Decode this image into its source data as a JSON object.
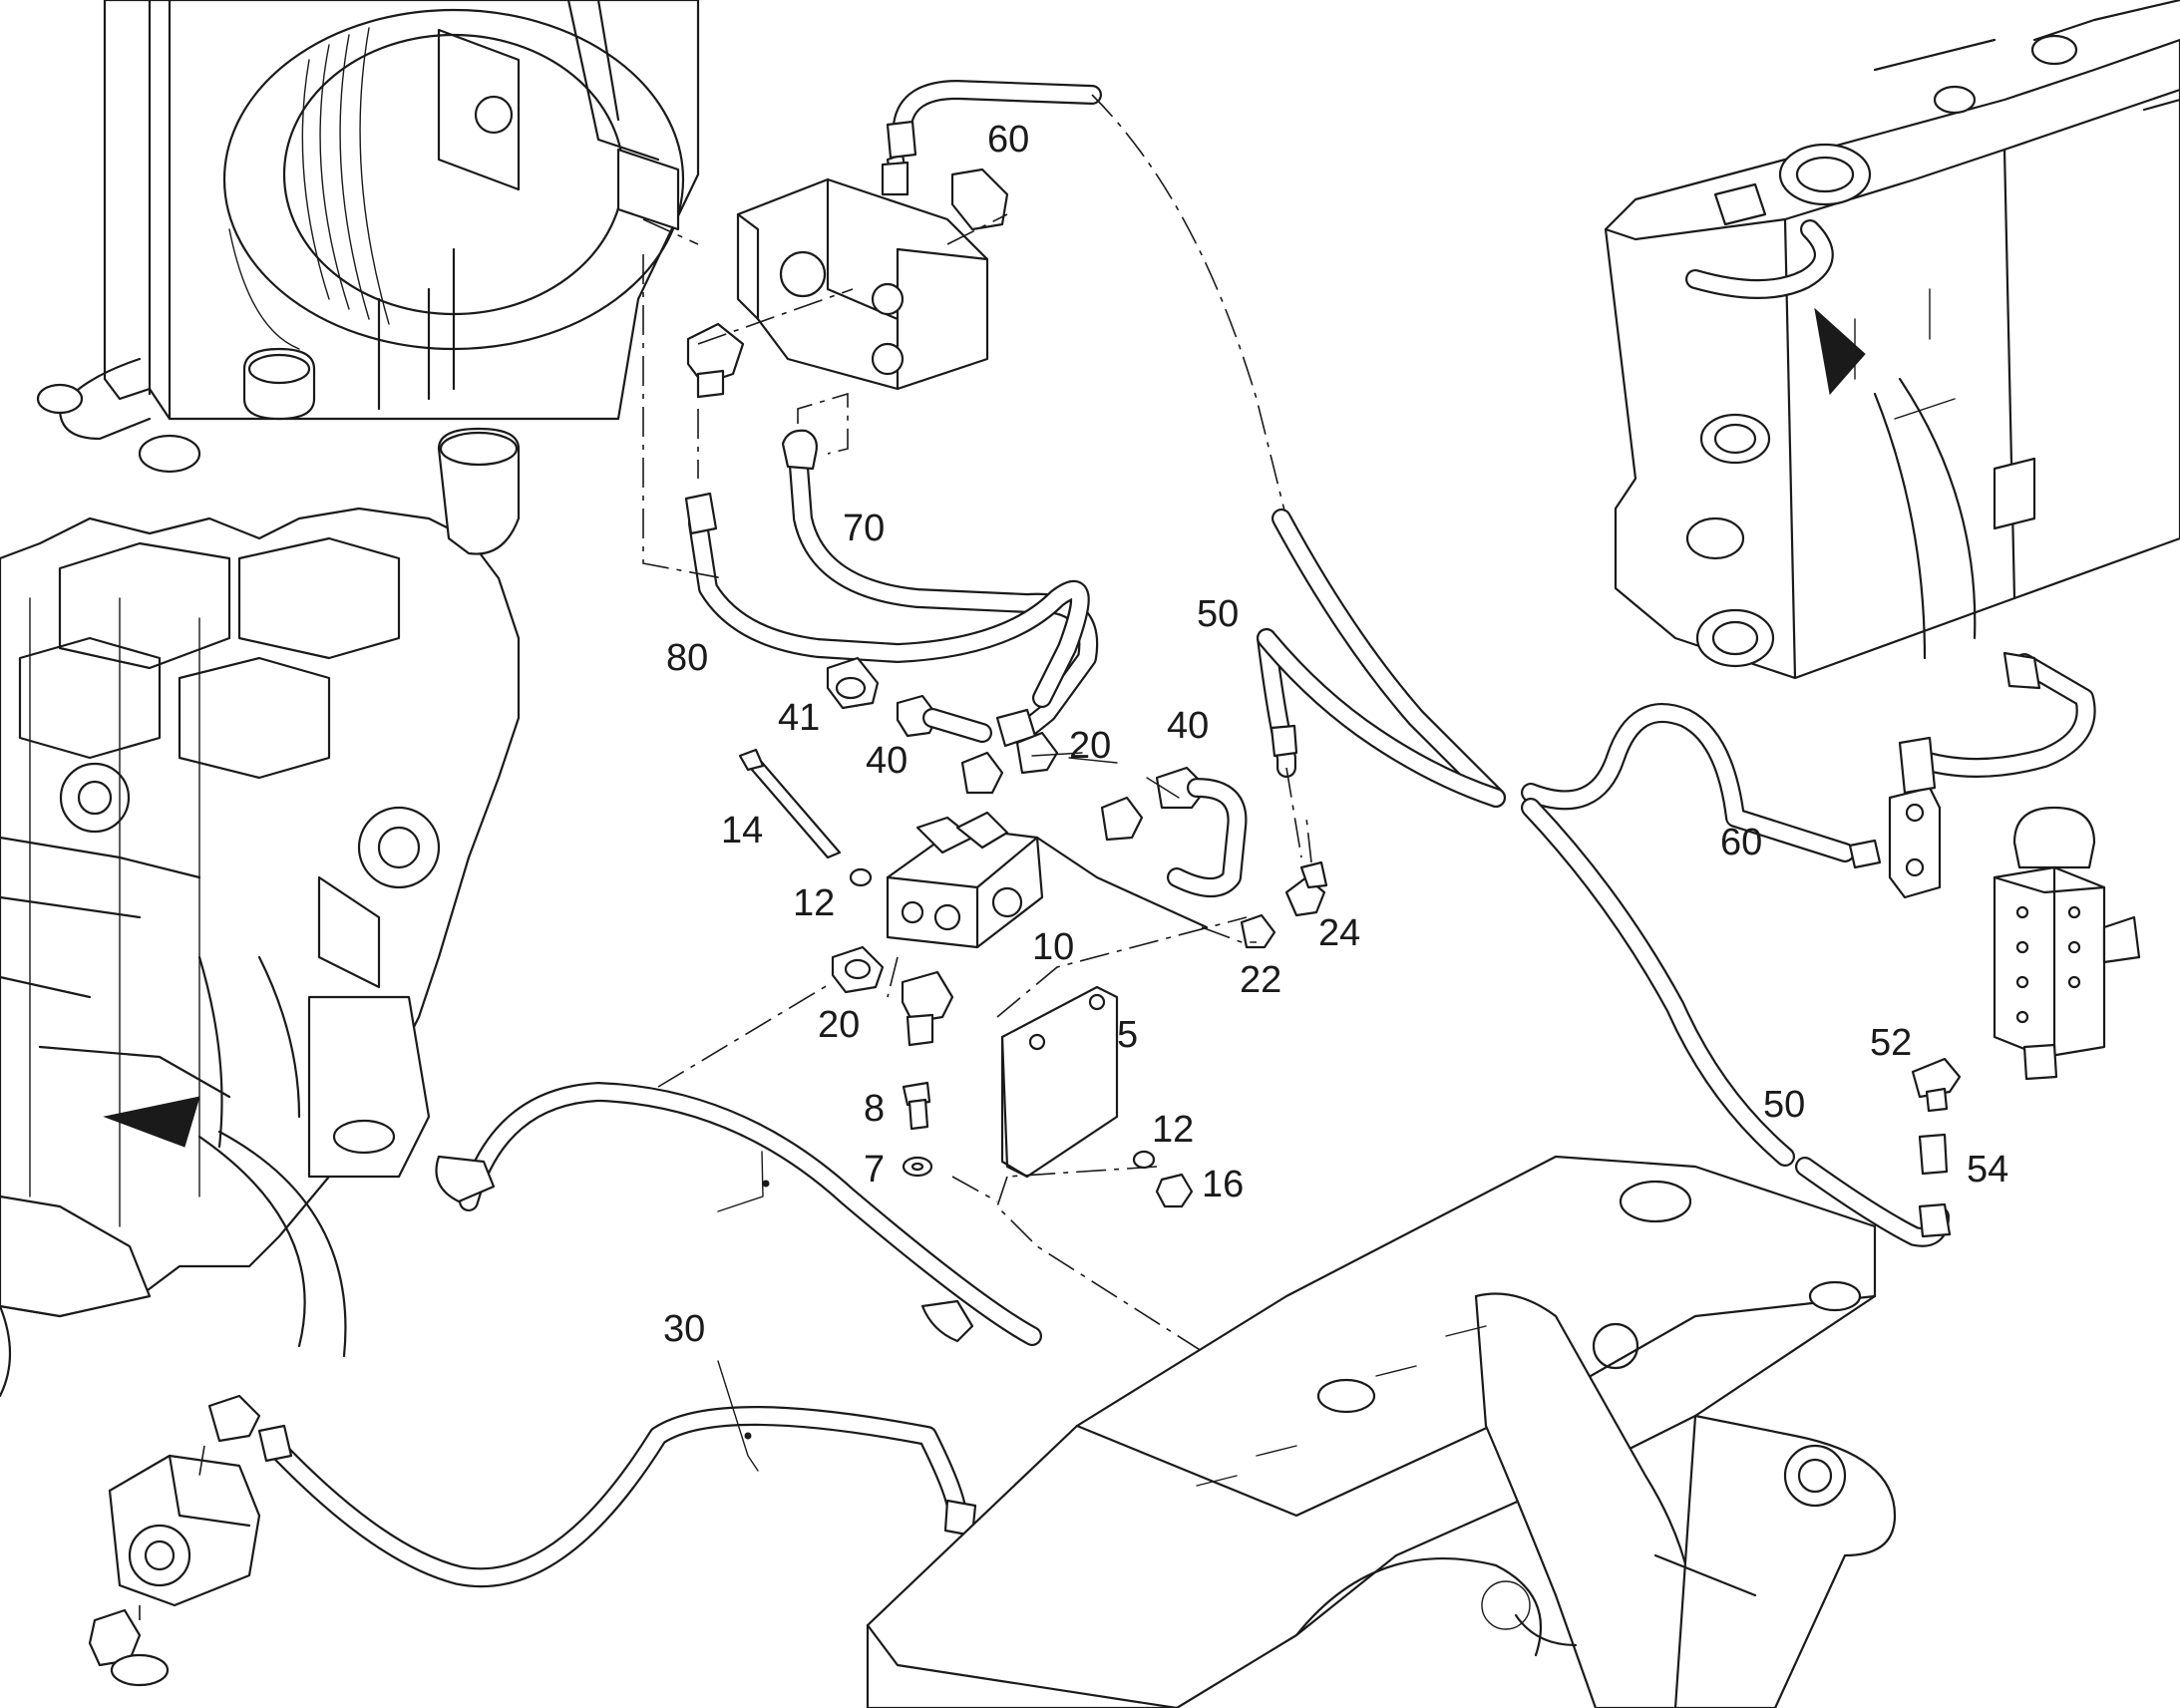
{
  "labels": {
    "l60a": "60",
    "l70": "70",
    "l80": "80",
    "l50a": "50",
    "l41": "41",
    "l40a": "40",
    "l40b": "40",
    "l20a": "20",
    "l14": "14",
    "l12a": "12",
    "l10": "10",
    "l20b": "20",
    "l22": "22",
    "l24": "24",
    "l60b": "60",
    "l5": "5",
    "l8": "8",
    "l7": "7",
    "l12b": "12",
    "l16": "16",
    "l52": "52",
    "l54": "54",
    "l50b": "50",
    "l30": "30"
  }
}
